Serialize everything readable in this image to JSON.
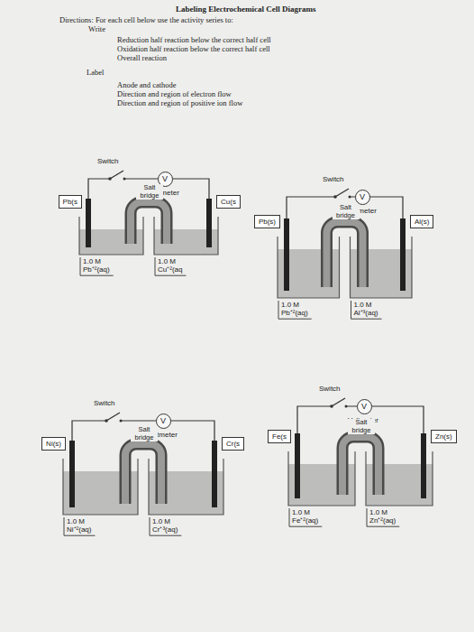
{
  "diagram": {
    "title": "Labeling Electrochemical Cell Diagrams",
    "nodes": [
      {
        "text": [
          "Pb(s"
        ]
      },
      {
        "text": [
          "V"
        ]
      },
      {
        "text": [
          "Cu(s"
        ]
      },
      {
        "text": [
          "Pb(s)"
        ]
      },
      {
        "text": [
          "V"
        ]
      },
      {
        "text": [
          "Al(s)"
        ]
      },
      {
        "text": [
          "Ni(s)"
        ]
      },
      {
        "text": [
          "V"
        ]
      },
      {
        "text": [
          "Cr(s"
        ]
      },
      {
        "text": [
          "Fe(s"
        ]
      },
      {
        "text": [
          "V"
        ]
      },
      {
        "text": [
          "Zn(s)"
        ]
      }
    ],
    "labels": [
      "Directions: For each cell below use the activity series to:",
      "Write",
      "Reduction half reaction below the correct half cell",
      "Oxidation half reaction below the correct half cell",
      "Overall reaction",
      "Label",
      "Anode and cathode",
      "Direction and region of electron flow",
      "Direction and region of positive ion flow",
      "Switch",
      "Voltmeter",
      "Salt bridge",
      "1.0 M Pb⁺²(aq)",
      "1.0 M Cu⁺²(aq",
      "Switch",
      "Voltmeter",
      "Salt bridge",
      "1.0 M Pb⁺²(aq)",
      "1.0 M Al⁺³(aq)",
      "Switch",
      "Voltmeter",
      "Salt bridge",
      "1.0 M Ni⁺²(aq)",
      "1.0 M Cr⁺³(aq)",
      "Switch",
      "Voltmeter",
      "Salt bridge",
      "1.0 M Fe⁺²(aq)",
      "1.0 M Zn⁺²(aq)"
    ]
  }
}
